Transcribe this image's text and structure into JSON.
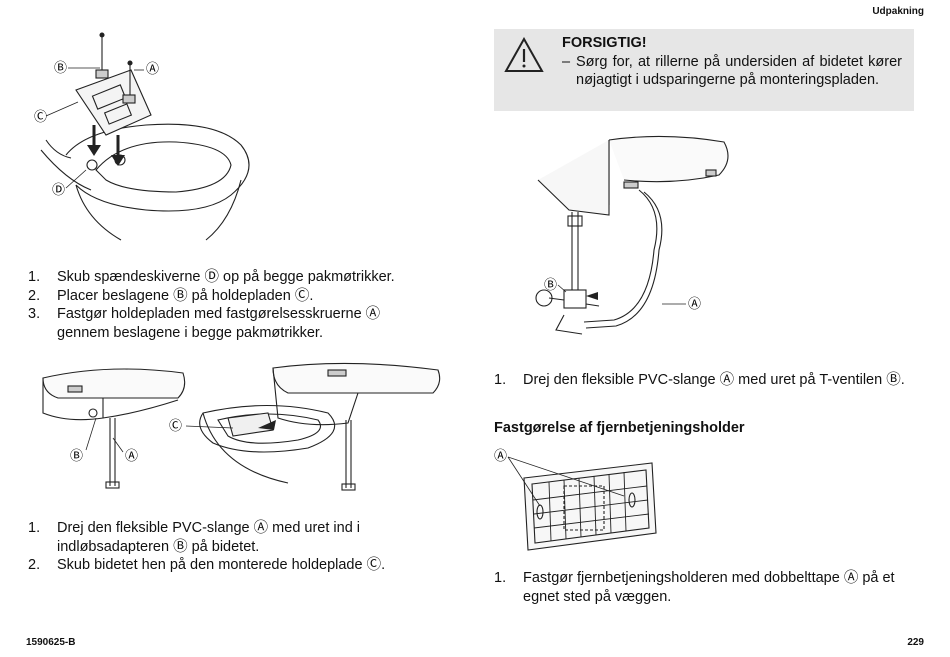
{
  "header": {
    "section_title": "Udpakning"
  },
  "footer": {
    "doc_number": "1590625-B",
    "page_number": "229"
  },
  "figure1": {
    "labels": {
      "b": "Ⓑ",
      "a": "Ⓐ",
      "c": "Ⓒ",
      "d": "Ⓓ"
    }
  },
  "steps1": [
    {
      "num": "1.",
      "text": "Skub spændeskiverne Ⓓ op på begge pakmøtrikker."
    },
    {
      "num": "2.",
      "text": "Placer beslagene Ⓑ på holdepladen Ⓒ."
    },
    {
      "num": "3.",
      "text": "Fastgør holdepladen med fastgørelsesskruerne Ⓐ gennem beslagene i begge pakmøtrikker."
    }
  ],
  "figure2": {
    "labels": {
      "c": "Ⓒ",
      "b": "Ⓑ",
      "a": "Ⓐ"
    }
  },
  "steps2": [
    {
      "num": "1.",
      "text": "Drej den fleksible PVC-slange Ⓐ med uret ind i indløbsadapteren Ⓑ på bidetet."
    },
    {
      "num": "2.",
      "text": "Skub bidetet hen på den monterede holdeplade Ⓒ."
    }
  ],
  "caution": {
    "title": "FORSIGTIG!",
    "dash": "–",
    "text": "Sørg for, at rillerne på undersiden af bidetet kører nøjagtigt i udsparingerne på monteringspladen.",
    "icon": "warning-triangle-icon"
  },
  "figure3": {
    "labels": {
      "b": "Ⓑ",
      "a": "Ⓐ"
    }
  },
  "steps3": [
    {
      "num": "1.",
      "text": "Drej den fleksible PVC-slange Ⓐ med uret på T-ventilen Ⓑ."
    }
  ],
  "section_heading": "Fastgørelse af fjernbetjeningsholder",
  "figure4": {
    "labels": {
      "a": "Ⓐ"
    }
  },
  "steps4": [
    {
      "num": "1.",
      "text": "Fastgør fjernbetjeningsholderen med dobbelttape Ⓐ på et egnet sted på væggen."
    }
  ]
}
